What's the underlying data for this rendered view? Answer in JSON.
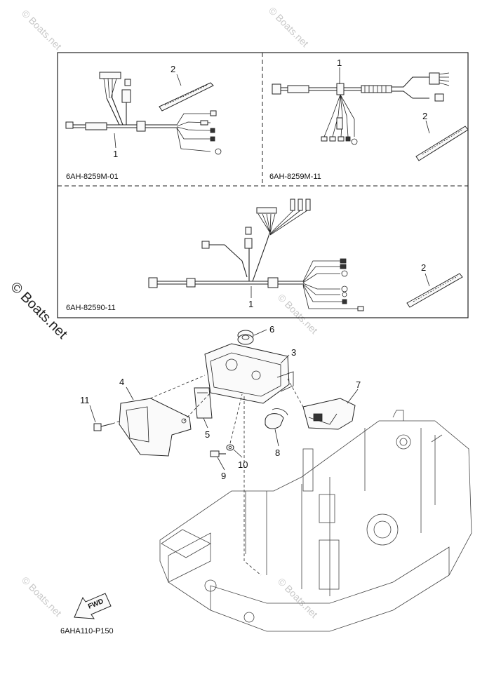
{
  "watermark": {
    "text": "© Boats.net"
  },
  "panels": {
    "top_left": {
      "code": "6AH-8259M-01",
      "callouts": [
        "1",
        "2"
      ]
    },
    "top_right": {
      "code": "6AH-8259M-11",
      "callouts": [
        "1",
        "2"
      ]
    },
    "bottom": {
      "code": "6AH-82590-11",
      "callouts": [
        "1",
        "2"
      ]
    }
  },
  "callouts": [
    "3",
    "4",
    "5",
    "6",
    "7",
    "8",
    "9",
    "10",
    "11"
  ],
  "fwd_label": "FWD",
  "figure_code": "6AHA110-P150"
}
